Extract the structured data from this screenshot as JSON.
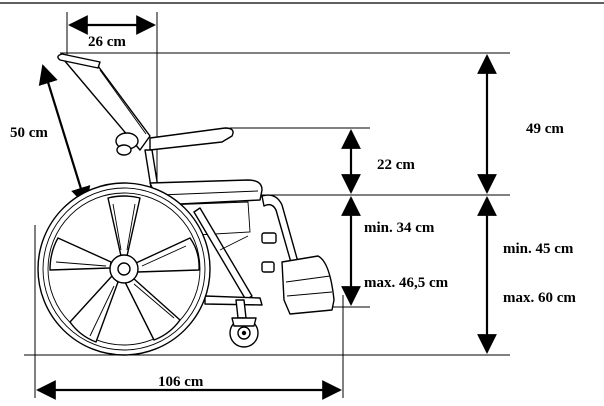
{
  "dimensions": {
    "backrest_width": "26 cm",
    "backrest_diagonal": "50 cm",
    "backrest_height": "49 cm",
    "armrest_height": "22 cm",
    "seat_height_min": "min. 34 cm",
    "seat_height_max": "max. 46,5 cm",
    "total_height_min": "min. 45 cm",
    "total_height_max": "max. 60 cm",
    "overall_length": "106 cm"
  },
  "colors": {
    "line": "#000000",
    "background": "#ffffff"
  }
}
